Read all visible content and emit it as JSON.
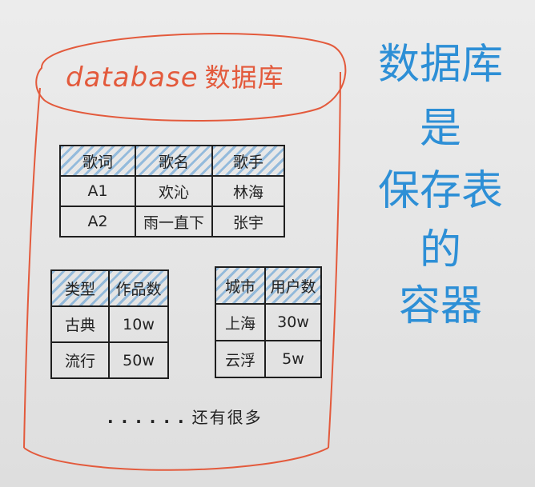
{
  "diagram": {
    "cylinder_label_en": "database",
    "cylinder_label_cn": "数据库",
    "table_songs": {
      "headers": [
        "歌词",
        "歌名",
        "歌手"
      ],
      "rows": [
        [
          "A1",
          "欢沁",
          "林海"
        ],
        [
          "A2",
          "雨一直下",
          "张宇"
        ]
      ]
    },
    "table_genres": {
      "headers": [
        "类型",
        "作品数"
      ],
      "rows": [
        [
          "古典",
          "10w"
        ],
        [
          "流行",
          "50w"
        ]
      ]
    },
    "table_cities": {
      "headers": [
        "城市",
        "用户数"
      ],
      "rows": [
        [
          "上海",
          "30w"
        ],
        [
          "云浮",
          "5w"
        ]
      ]
    },
    "more_dots": "......",
    "more_text": "还有很多",
    "side_note_lines": [
      "数据库",
      "是",
      "保存表",
      "的",
      "容器"
    ],
    "colors": {
      "cylinder": "#e35a3c",
      "note": "#2d8fd6",
      "ink": "#1f1f1f",
      "hatch": "#5096d2"
    }
  }
}
